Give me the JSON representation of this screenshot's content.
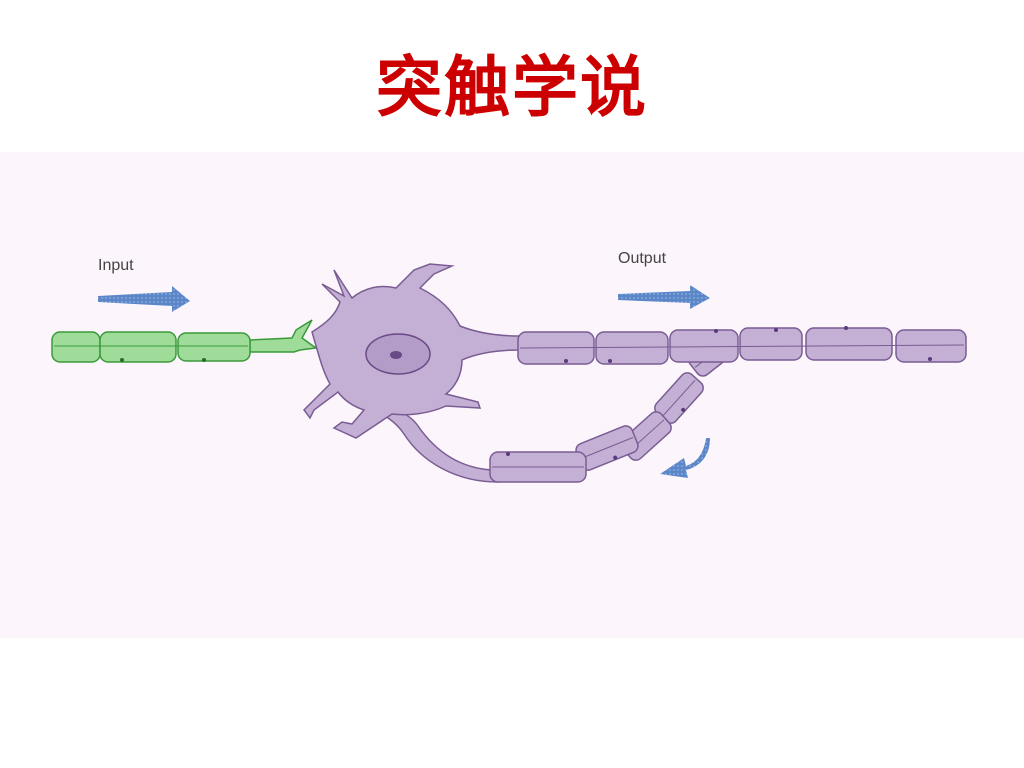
{
  "slide": {
    "title": "突触学说"
  },
  "diagram": {
    "input_label": "Input",
    "output_label": "Output"
  },
  "colors": {
    "title": "#cc0000",
    "panel_bg": "#fcf6fc",
    "neuron_fill": "#c4b0d4",
    "neuron_stroke": "#7a5c94",
    "input_fill": "#9fdc9a",
    "input_stroke": "#3a9a3a",
    "arrow": "#5b86c8",
    "nucleus": "#6a4a86"
  },
  "icons": {
    "input_arrow": "arrow-right-icon",
    "output_arrow": "arrow-right-icon",
    "feedback_arrow": "arrow-down-left-icon"
  }
}
